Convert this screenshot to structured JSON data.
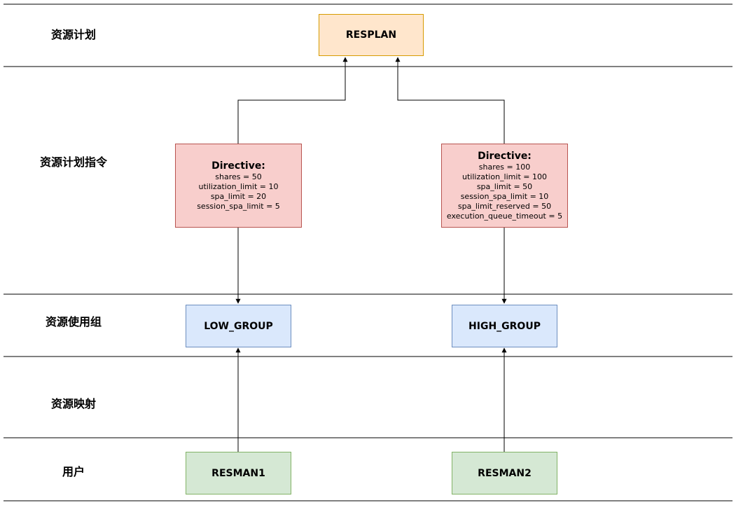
{
  "rows": [
    {
      "label": "资源计划"
    },
    {
      "label": "资源计划指令"
    },
    {
      "label": "资源使用组"
    },
    {
      "label": "资源映射"
    },
    {
      "label": "用户"
    }
  ],
  "plan": {
    "name": "RESPLAN"
  },
  "directives": [
    {
      "title": "Directive:",
      "lines": [
        "shares = 50",
        "utilization_limit = 10",
        "spa_limit = 20",
        "session_spa_limit = 5"
      ]
    },
    {
      "title": "Directive:",
      "lines": [
        "shares = 100",
        "utilization_limit = 100",
        "spa_limit = 50",
        "session_spa_limit = 10",
        "spa_limit_reserved = 50",
        "execution_queue_timeout = 5"
      ]
    }
  ],
  "groups": [
    {
      "name": "LOW_GROUP"
    },
    {
      "name": "HIGH_GROUP"
    }
  ],
  "users": [
    {
      "name": "RESMAN1"
    },
    {
      "name": "RESMAN2"
    }
  ],
  "colors": {
    "plan_fill": "#ffe6cc",
    "plan_border": "#d79b00",
    "directive_fill": "#f8cecc",
    "directive_border": "#b85450",
    "group_fill": "#dae8fc",
    "group_border": "#6c8ebf",
    "user_fill": "#d5e8d4",
    "user_border": "#82b366"
  }
}
